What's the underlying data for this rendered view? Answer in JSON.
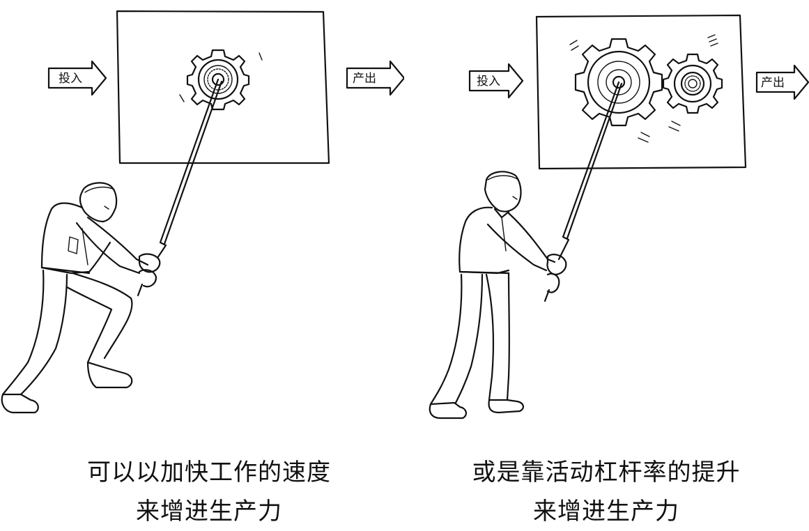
{
  "left_panel": {
    "input_label": "投入",
    "output_label": "产出",
    "caption_line1": "可以以加快工作的速度",
    "caption_line2": "来增进生产力"
  },
  "right_panel": {
    "input_label": "投入",
    "output_label": "产出",
    "caption_line1": "或是靠活动杠杆率的提升",
    "caption_line2": "来增进生产力"
  }
}
